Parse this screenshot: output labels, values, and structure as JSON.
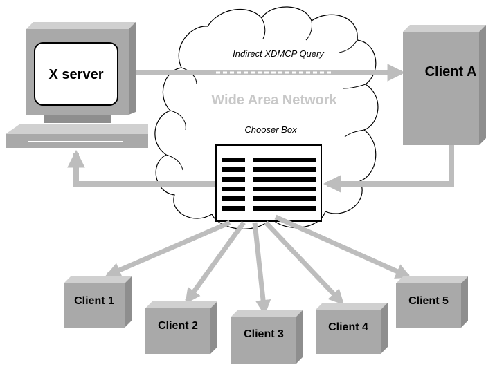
{
  "network": {
    "title": "Wide Area Network"
  },
  "query": {
    "label": "Indirect XDMCP Query"
  },
  "chooser": {
    "label": "Chooser Box",
    "rows": 6
  },
  "xserver": {
    "label": "X server"
  },
  "client_a": {
    "label": "Client A"
  },
  "clients": [
    {
      "label": "Client 1"
    },
    {
      "label": "Client 2"
    },
    {
      "label": "Client 3"
    },
    {
      "label": "Client 4"
    },
    {
      "label": "Client 5"
    }
  ],
  "colors": {
    "box_fill": "#a9a9a9",
    "box_top": "#d0d0d0",
    "box_side": "#8e8e8e",
    "arrow": "#bdbdbd",
    "network_text": "#c8c8c8",
    "ink": "#000000"
  }
}
